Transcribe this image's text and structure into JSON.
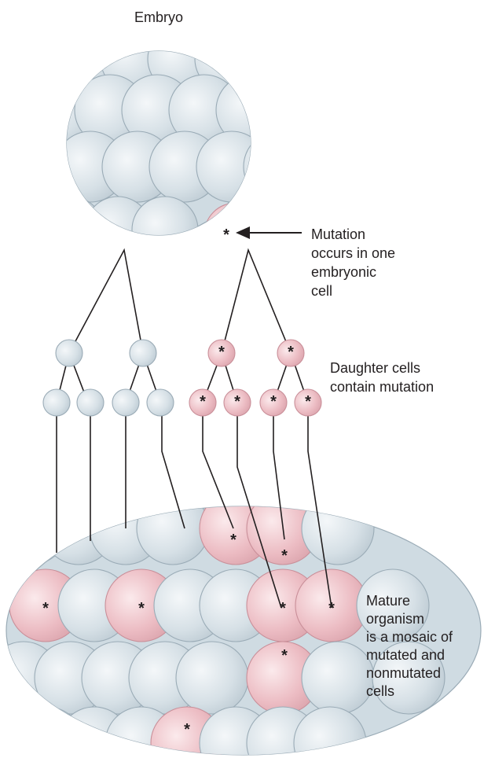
{
  "labels": {
    "embryo": "Embryo",
    "mutation_occurs": [
      "Mutation",
      "occurs in one",
      "embryonic",
      "cell"
    ],
    "daughter_cells": [
      "Daughter cells",
      "contain mutation"
    ],
    "mature_organism": [
      "Mature",
      "organism",
      "is a mosaic of",
      "mutated and",
      "nonmutated",
      "cells"
    ],
    "mutation_marker": "*"
  },
  "colors": {
    "nonmutated_cell": "#d3dde3",
    "mutated_cell": "#eab7be",
    "outline_nonmutated": "#9aabb6",
    "outline_mutated": "#c98f99",
    "lines": "#231f20"
  }
}
